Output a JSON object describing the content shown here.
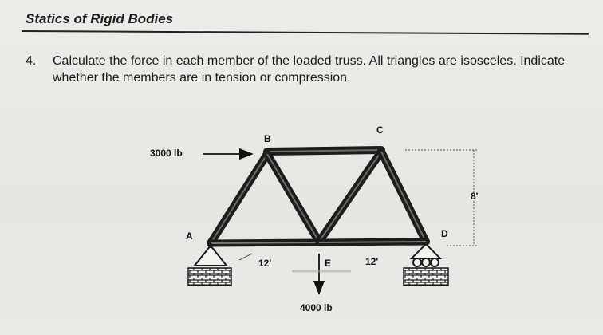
{
  "header": {
    "title": "Statics of Rigid Bodies"
  },
  "problem": {
    "number": "4.",
    "text": "Calculate the force in each member of the loaded truss.  All triangles are isosceles. Indicate whether the members are in tension or compression."
  },
  "figure": {
    "nodes": {
      "A": "A",
      "B": "B",
      "C": "C",
      "D": "D",
      "E": "E"
    },
    "loads": {
      "horizontal": "3000 lb",
      "vertical": "4000 lb"
    },
    "dimensions": {
      "span_left": "12'",
      "span_right": "12'",
      "height": "8'"
    }
  }
}
